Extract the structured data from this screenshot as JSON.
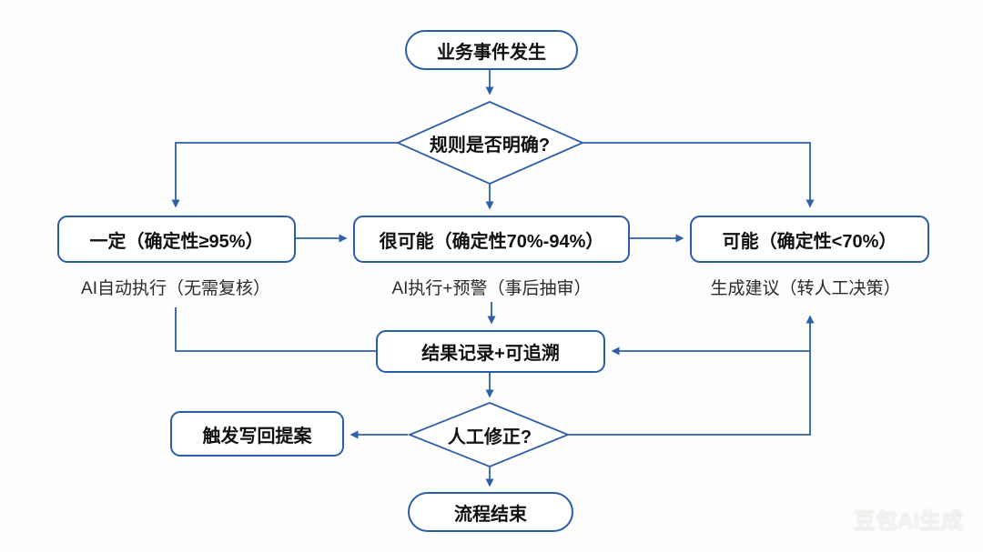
{
  "diagram": {
    "type": "flowchart",
    "colors": {
      "line": "#2e5fa8",
      "node_border": "#2a5da8",
      "node_fill": "#ffffff",
      "node_text": "#111111",
      "caption_text": "#2b2b2b",
      "background": "#fdfdfd",
      "watermark_text": "#f3f2ef"
    },
    "nodes": {
      "start": {
        "label": "业务事件发生",
        "shape": "pill"
      },
      "decision_rule": {
        "label": "规则是否明确?",
        "shape": "diamond"
      },
      "branch_certain": {
        "label": "一定（确定性≥95%）",
        "caption": "AI自动执行（无需复核）",
        "shape": "rounded-rect"
      },
      "branch_likely": {
        "label": "很可能（确定性70%-94%）",
        "caption": "AI执行+预警（事后抽审）",
        "shape": "rounded-rect"
      },
      "branch_possible": {
        "label": "可能（确定性<70%）",
        "caption": "生成建议（转人工决策）",
        "shape": "rounded-rect"
      },
      "record": {
        "label": "结果记录+可追溯",
        "shape": "rounded-rect"
      },
      "decision_manual": {
        "label": "人工修正?",
        "shape": "diamond"
      },
      "writeback": {
        "label": "触发写回提案",
        "shape": "rounded-rect"
      },
      "end": {
        "label": "流程结束",
        "shape": "pill"
      }
    },
    "edges": [
      {
        "from": "start",
        "to": "decision_rule"
      },
      {
        "from": "decision_rule",
        "to": "branch_certain"
      },
      {
        "from": "decision_rule",
        "to": "branch_likely"
      },
      {
        "from": "decision_rule",
        "to": "branch_possible"
      },
      {
        "from": "branch_certain",
        "to": "branch_likely"
      },
      {
        "from": "branch_likely",
        "to": "branch_possible"
      },
      {
        "from": "branch_certain",
        "to": "record"
      },
      {
        "from": "branch_likely",
        "to": "record"
      },
      {
        "from": "branch_possible",
        "to": "record"
      },
      {
        "from": "record",
        "to": "decision_manual"
      },
      {
        "from": "decision_manual",
        "to": "writeback"
      },
      {
        "from": "decision_manual",
        "to": "branch_possible"
      },
      {
        "from": "decision_manual",
        "to": "end"
      }
    ]
  },
  "watermark": {
    "label": "豆包AI生成"
  }
}
